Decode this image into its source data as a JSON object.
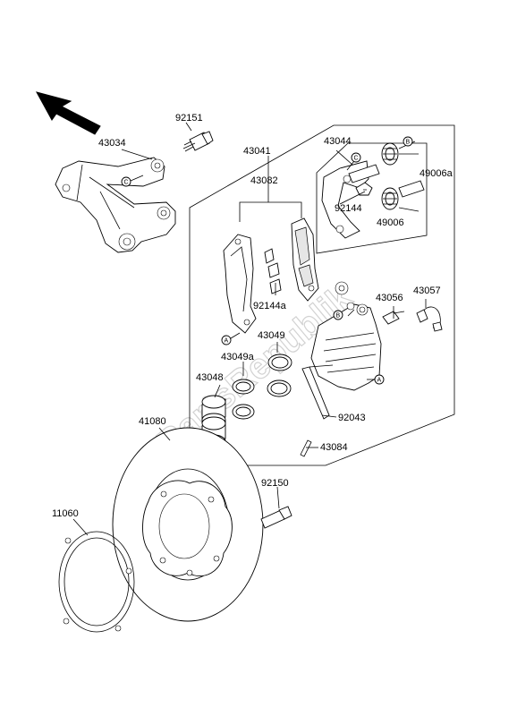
{
  "diagram": {
    "watermark": "PartsRepublik",
    "part_numbers": {
      "p92151": "92151",
      "p43034": "43034",
      "p43041": "43041",
      "p43044": "43044",
      "p43082": "43082",
      "p49006a": "49006a",
      "p92144": "92144",
      "p49006": "49006",
      "p92144a": "92144a",
      "p43056": "43056",
      "p43057": "43057",
      "p43049": "43049",
      "p43049a": "43049a",
      "p43048": "43048",
      "p92043": "92043",
      "p41080": "41080",
      "p43084": "43084",
      "p92150": "92150",
      "p11060": "11060"
    },
    "reference_markers": {
      "a": "A",
      "b": "B",
      "c": "C"
    },
    "icons": {
      "direction": "front-direction-arrow-icon"
    }
  }
}
